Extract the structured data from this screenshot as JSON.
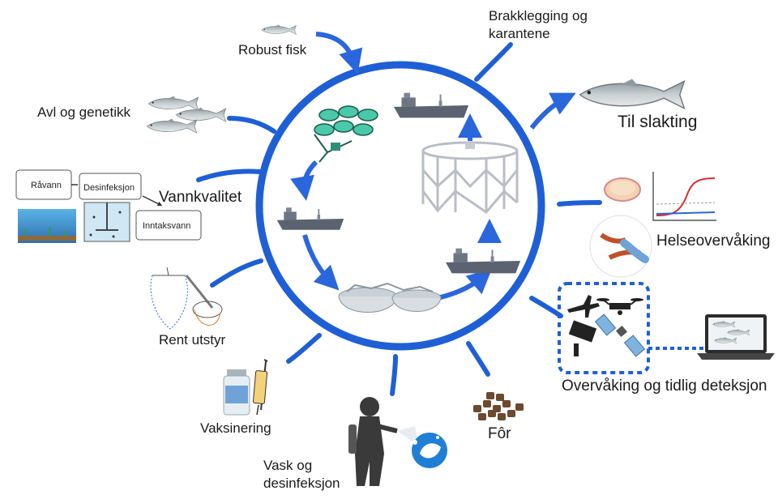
{
  "labels": {
    "robust_fish": "Robust fisk",
    "fallowing": "Brakklegging og karantene",
    "breeding": "Avl og genetikk",
    "slaughter": "Til slakting",
    "water_quality": "Vannkvalitet",
    "raw_water": "Råvann",
    "disinfection_box": "Desinfeksjon",
    "intake_water": "Inntaksvann",
    "health_monitoring": "Helseovervåking",
    "clean_equipment": "Rent utstyr",
    "surveillance": "Overvåking og tidlig deteksjon",
    "vaccination": "Vaksinering",
    "washing": "Vask og desinfeksjon",
    "feed": "Fôr"
  },
  "colors": {
    "cycle_blue": "#1f5fd6",
    "arrow_blue": "#2a66dc",
    "vessel_gray": "#5b6270",
    "fish_silver": "#a8b0b5",
    "feed_brown": "#6b4a2e",
    "chart_red": "#d62e2e"
  },
  "icons": [
    "salmon-icon",
    "hatchery-tanks-icon",
    "well-boat-icon",
    "sea-cage-frame-icon",
    "round-tanks-icon",
    "fish-tank-icon",
    "disinfection-tank-icon",
    "landing-net-icon",
    "vaccine-vial-icon",
    "syringe-icon",
    "protective-suit-sprayer-icon",
    "handwash-icon",
    "feed-pellets-icon",
    "petri-dish-icon",
    "growth-curve-icon",
    "gloved-hands-sample-icon",
    "airplane-icon",
    "drone-icon",
    "satellite-icon",
    "camera-icon",
    "laptop-icon"
  ]
}
